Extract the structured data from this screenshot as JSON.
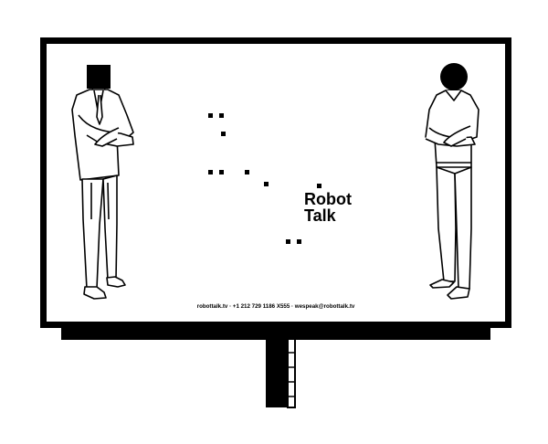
{
  "brand": {
    "line1": "Robot",
    "line2": "Talk"
  },
  "footer": {
    "text": "robottalk.tv · +1 212 729 1186 X555 · wespeak@robottalk.tv"
  },
  "colors": {
    "ink": "#000000",
    "paper": "#ffffff"
  },
  "figures": {
    "left": "man-in-suit-square-head",
    "right": "man-in-sweater-round-head"
  }
}
